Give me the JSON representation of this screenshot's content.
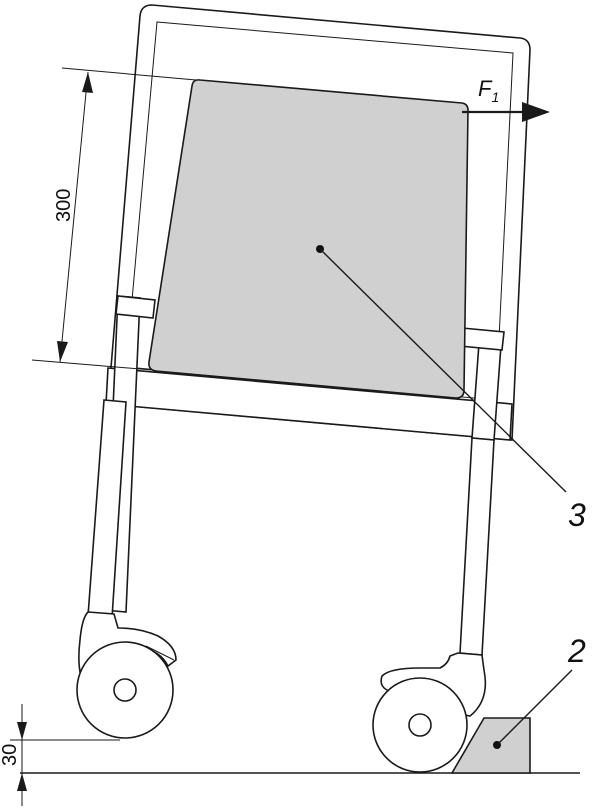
{
  "labels": {
    "force": "F",
    "force_sub": "1",
    "load_number": "3",
    "block_number": "2",
    "dim_height": "300",
    "dim_obstacle": "30"
  },
  "colors": {
    "load_fill": "#d0d0d0",
    "block_fill": "#d0d0d0",
    "stroke": "#1a1a1a",
    "background": "#ffffff"
  }
}
